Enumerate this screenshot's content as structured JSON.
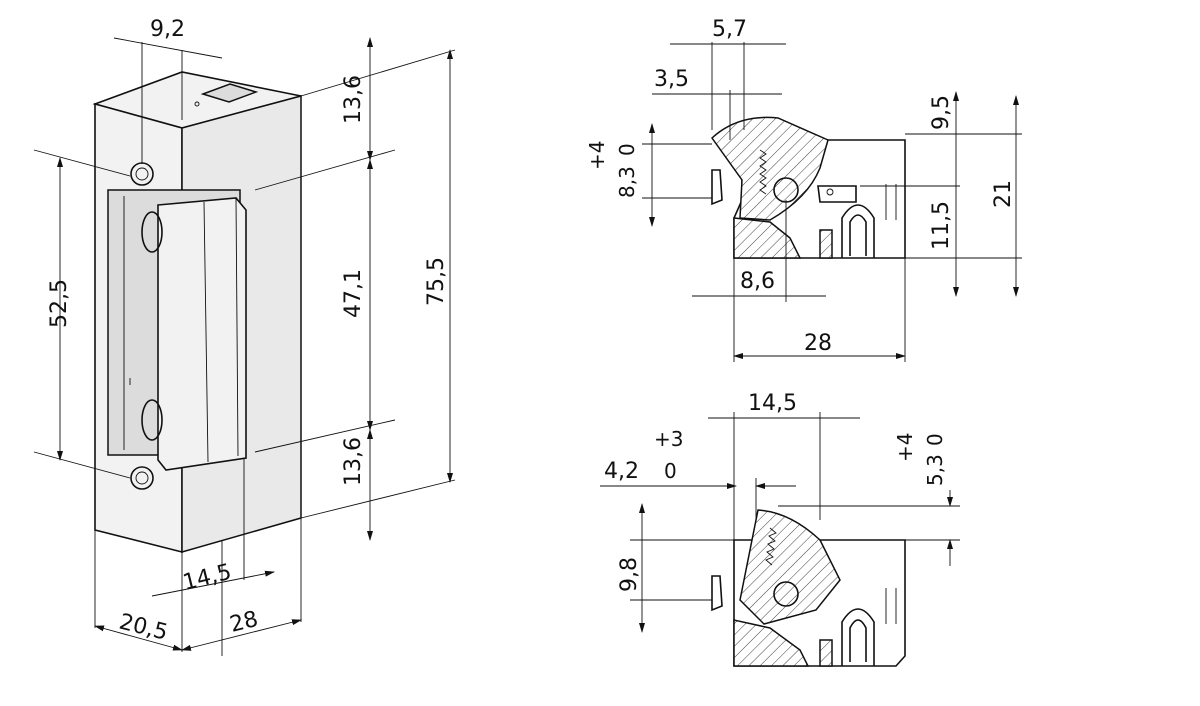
{
  "dimensions": {
    "left_view": {
      "d_9_2": "9,2",
      "d_13_6_top": "13,6",
      "d_47_1": "47,1",
      "d_75_5": "75,5",
      "d_13_6_bottom": "13,6",
      "d_52_5": "52,5",
      "d_14_5": "14,5",
      "d_20_5": "20,5",
      "d_28": "28"
    },
    "top_right_view": {
      "d_5_7": "5,7",
      "d_3_5": "3,5",
      "tol_plus": "+4",
      "tol_zero": "0",
      "d_8_3": "8,3",
      "d_9_5": "9,5",
      "d_11_5": "11,5",
      "d_21": "21",
      "d_8_6": "8,6",
      "d_28": "28"
    },
    "bottom_right_view": {
      "d_14_5": "14,5",
      "tol_plus_3": "+3",
      "d_4_2": "4,2",
      "tol_zero_3": "0",
      "tol_plus_4": "+4",
      "tol_zero_4": "0",
      "d_5_3": "5,3",
      "d_9_8": "9,8"
    }
  }
}
